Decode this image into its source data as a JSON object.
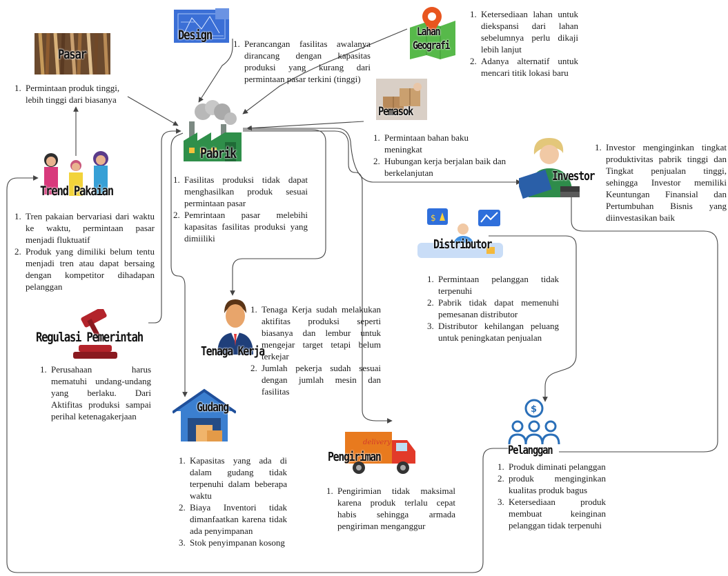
{
  "nodes": {
    "design": {
      "label": "Design",
      "items": [
        "Perancangan fasilitas awalanya dirancang dengan kapasitas produksi yang kurang dari permintaan pasar terkini (tinggi)"
      ]
    },
    "lahan": {
      "label_line1": "Lahan",
      "label_line2": "Geografi",
      "items": [
        "Ketersediaan lahan untuk diekspansi dari lahan sebelumnya perlu dikaji lebih lanjut",
        "Adanya alternatif untuk mencari titik lokasi baru"
      ]
    },
    "pasar": {
      "label": "Pasar",
      "items": [
        "Permintaan produk tinggi, lebih tinggi dari biasanya"
      ]
    },
    "pemasok": {
      "label": "Pemasok",
      "items": [
        "Permintaan bahan baku meningkat",
        "Hubungan kerja berjalan baik dan berkelanjutan"
      ]
    },
    "pabrik": {
      "label": "Pabrik",
      "items": [
        "Fasilitas produksi tidak dapat menghasilkan produk sesuai permintaan pasar",
        "Pemrintaan pasar melebihi kapasitas fasilitas produksi yang dimiiliki"
      ]
    },
    "investor": {
      "label": "Investor",
      "items": [
        "Investor menginginkan tingkat produktivitas pabrik tinggi dan Tingkat penjualan tinggi, sehingga Investor memiliki Keuntungan Finansial dan Pertumbuhan Bisnis yang diinvestasikan baik"
      ]
    },
    "trend": {
      "label": "Trend Pakaian",
      "items": [
        "Tren pakaian bervariasi dari waktu ke waktu, permintaan pasar menjadi fluktuatif",
        "Produk yang dimiliki belum tentu menjadi tren atau dapat bersaing dengan kompetitor dihadapan pelanggan"
      ]
    },
    "distributor": {
      "label": "Distributor",
      "items": [
        "Permintaan pelanggan tidak terpenuhi",
        "Pabrik tidak dapat memenuhi pemesanan distributor",
        "Distributor kehilangan peluang untuk peningkatan penjualan"
      ]
    },
    "tenaga": {
      "label": "Tenaga Kerja",
      "items": [
        "Tenaga Kerja sudah melakukan aktifitas produksi seperti biasanya dan lembur untuk mengejar target tetapi belum terkejar",
        "Jumlah pekerja sudah sesuai dengan jumlah mesin dan fasilitas"
      ]
    },
    "regulasi": {
      "label": "Regulasi Pemerintah",
      "items": [
        "Perusahaan harus mematuhi undang-undang yang berlaku. Dari Aktifitas produksi sampai perihal ketenagakerjaan"
      ]
    },
    "gudang": {
      "label": "Gudang",
      "items": [
        "Kapasitas yang ada di dalam gudang tidak terpenuhi dalam beberapa waktu",
        "Biaya Inventori tidak dimanfaatkan karena tidak ada penyimpanan",
        "Stok penyimpanan kosong"
      ]
    },
    "pengiriman": {
      "label": "Pengiriman",
      "truck_text": "delivery",
      "items": [
        "Pengirimian tidak maksimal karena produk terlalu cepat habis sehingga armada pengiriman menganggur"
      ]
    },
    "pelanggan": {
      "label": "Pelanggan",
      "items": [
        "Produk diminati pelanggan",
        "produk menginginkan kualitas produk bagus",
        "Ketersediaan produk membuat keinginan pelanggan tidak terpenuhi"
      ]
    }
  },
  "colors": {
    "line": "#444444",
    "design_blue": "#3b6fd6",
    "lahan_green": "#57b94a",
    "pin_orange": "#e8551f",
    "factory_green": "#2f8f4a",
    "truck_orange": "#e87a1e",
    "pelanggan_blue": "#2a6fb8"
  }
}
